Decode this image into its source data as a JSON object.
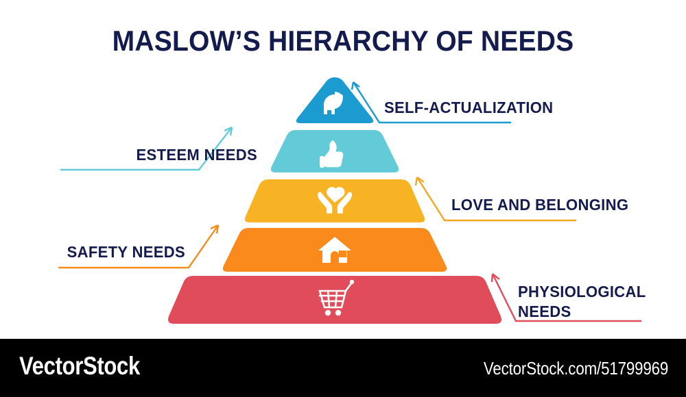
{
  "title": "MASLOW’S HIERARCHY OF NEEDS",
  "background_color": "#FFFFFF",
  "title_color": "#141B4D",
  "tiers": [
    {
      "id": "self-actualization",
      "label": "SELF-ACTUALIZATION",
      "color": "#1B9BD0",
      "icon": "head-brain-icon",
      "label_side": "right",
      "rank": 5
    },
    {
      "id": "esteem",
      "label": "ESTEEM NEEDS",
      "color": "#62CBD7",
      "icon": "thumbs-up-icon",
      "label_side": "left",
      "rank": 4
    },
    {
      "id": "love-and-belonging",
      "label": "LOVE AND BELONGING",
      "color": "#F8B324",
      "icon": "heart-in-hands-icon",
      "label_side": "right",
      "rank": 3
    },
    {
      "id": "safety",
      "label": "SAFETY NEEDS",
      "color": "#F98A1B",
      "icon": "house-icon",
      "label_side": "left",
      "rank": 2
    },
    {
      "id": "physiological",
      "label": "PHYSIOLOGICAL\nNEEDS",
      "color": "#E04C59",
      "icon": "shopping-cart-icon",
      "label_side": "right",
      "rank": 1
    }
  ],
  "footer": {
    "brand": "VectorStock",
    "source": "VectorStock.com/51799969",
    "background_color": "#000000",
    "text_color": "#FFFFFF"
  }
}
